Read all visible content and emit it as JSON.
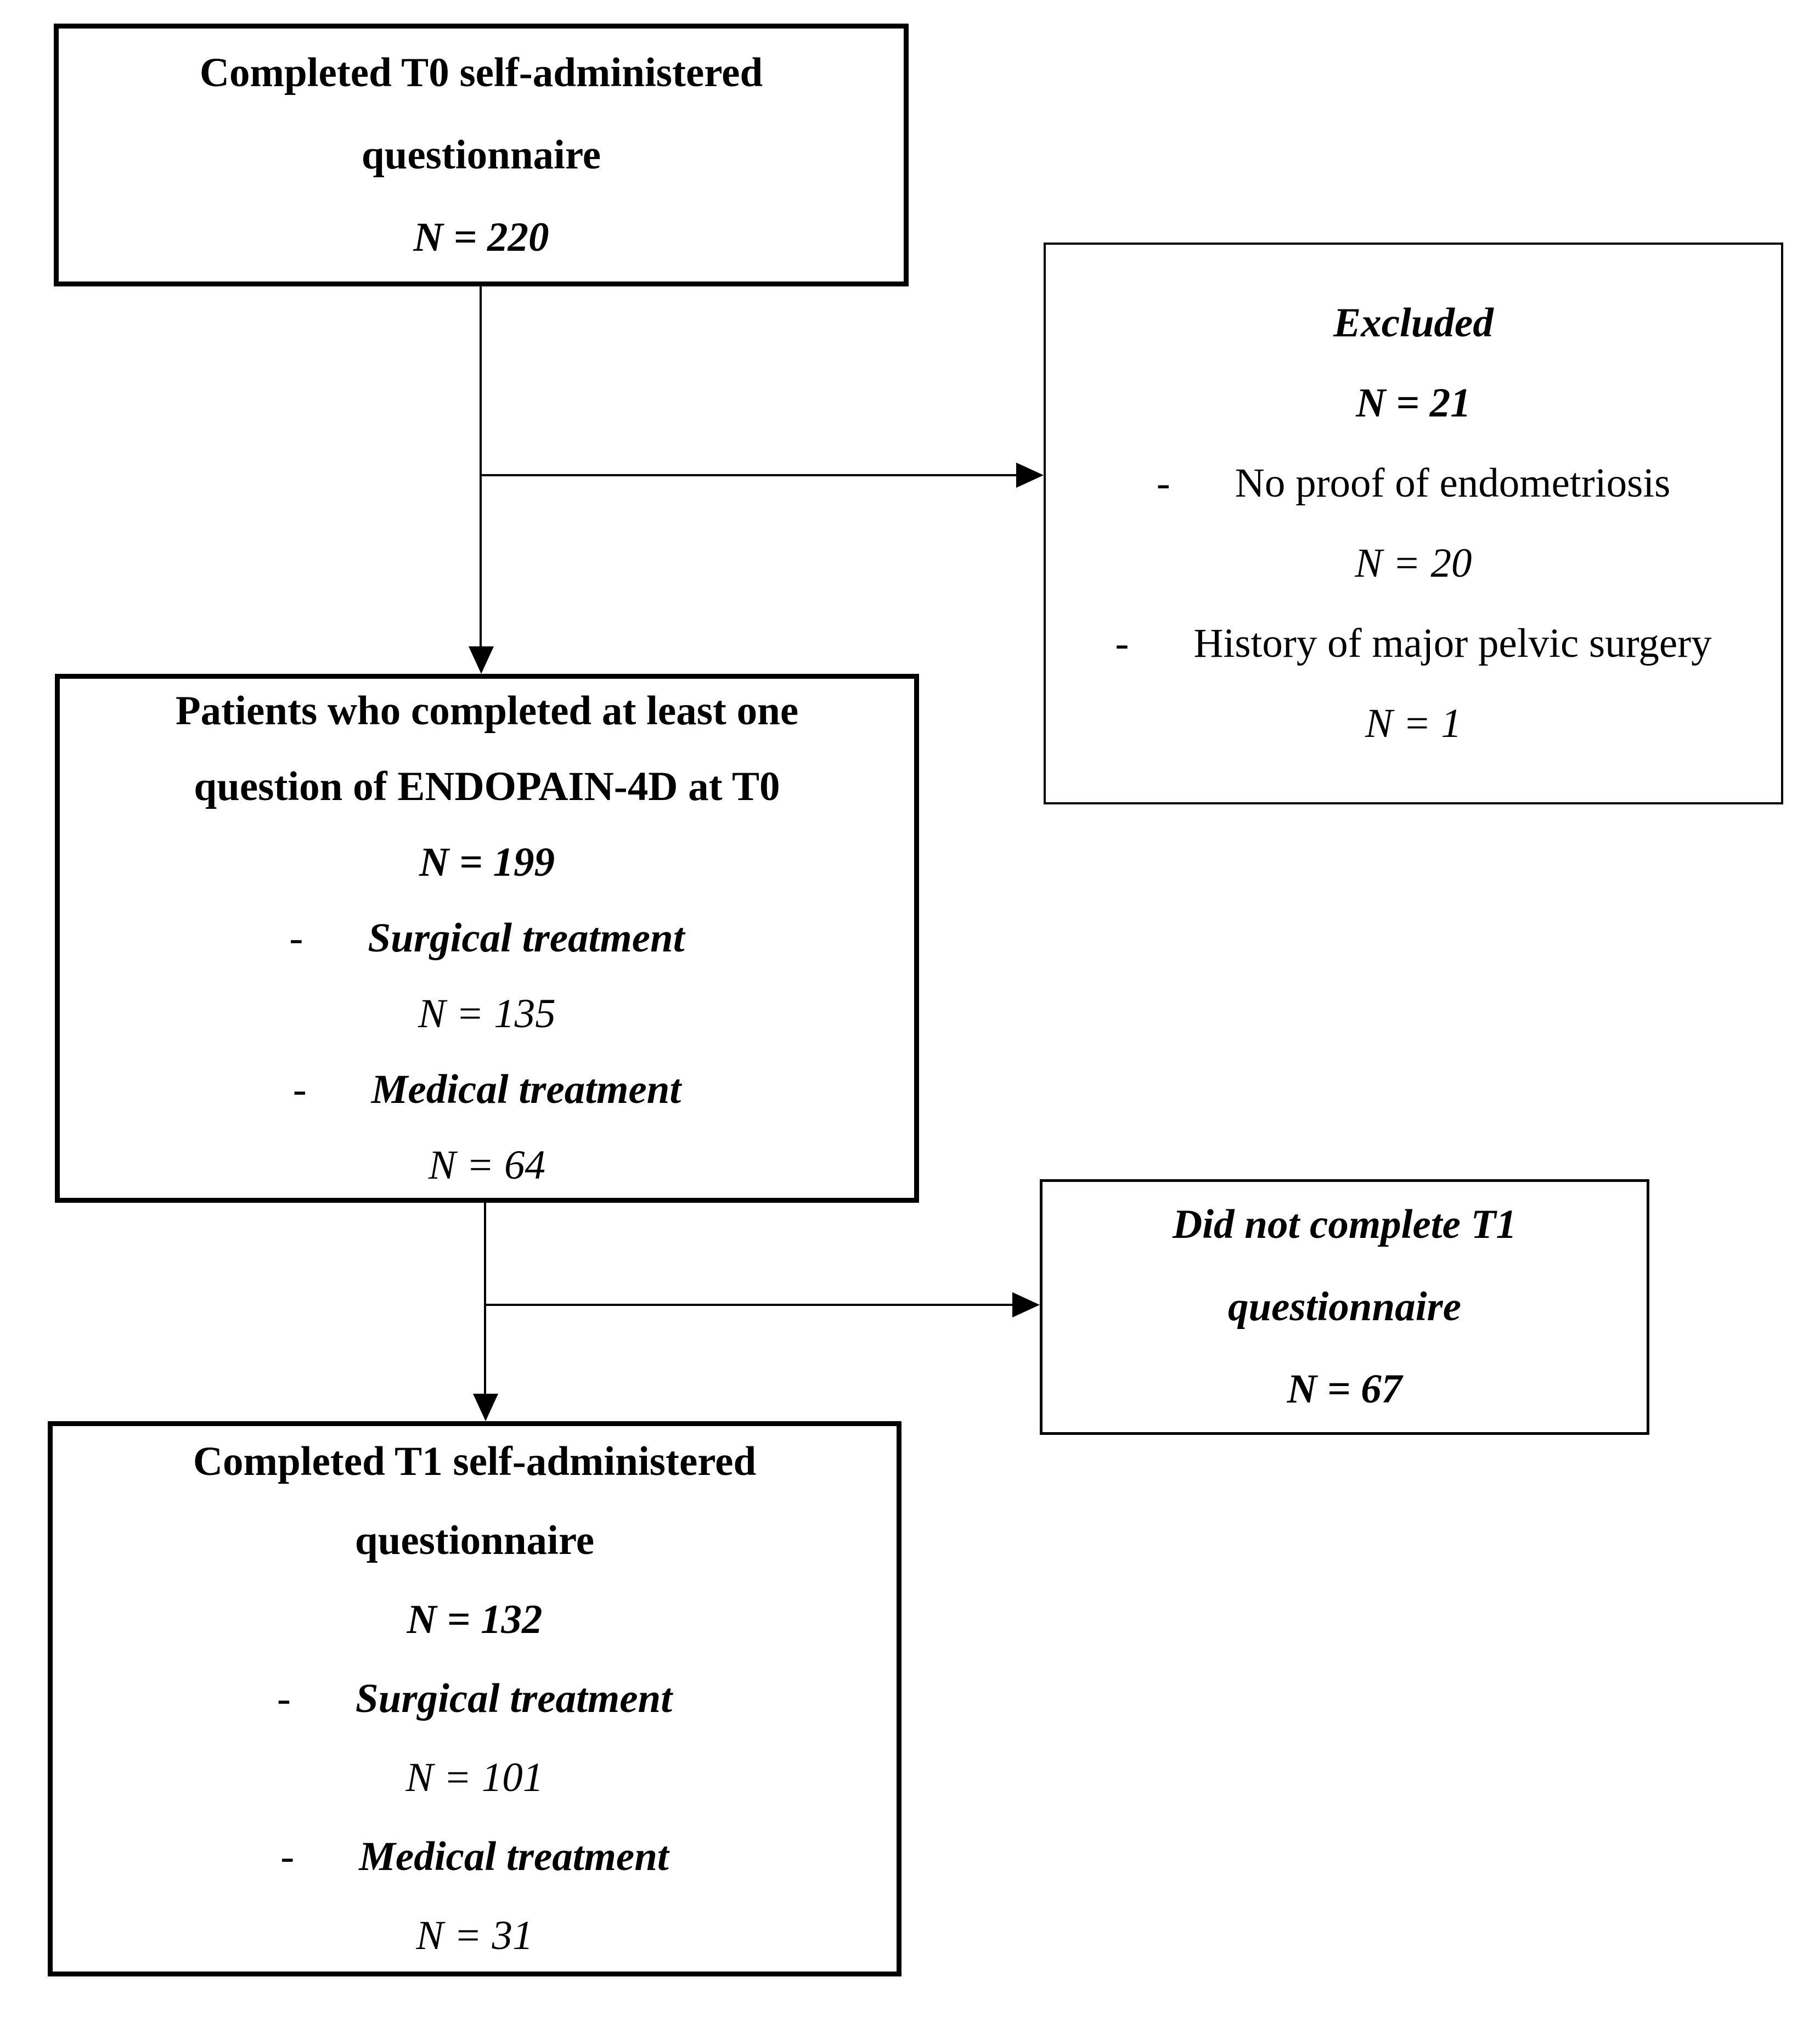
{
  "bullet": "-",
  "boxes": {
    "t0": {
      "title": "Completed T0 self-administered questionnaire",
      "n": "N = 220"
    },
    "excluded": {
      "title": "Excluded",
      "n": "N = 21",
      "items": [
        {
          "label": "No proof of endometriosis",
          "n": "N = 20"
        },
        {
          "label": "History of major pelvic surgery",
          "n": "N = 1"
        }
      ]
    },
    "endopain_t0": {
      "title": "Patients who completed at least one question of ENDOPAIN-4D at T0",
      "n": "N = 199",
      "items": [
        {
          "label": "Surgical treatment",
          "n": "N = 135"
        },
        {
          "label": "Medical treatment",
          "n": "N = 64"
        }
      ]
    },
    "not_completed_t1": {
      "title": "Did not complete T1 questionnaire",
      "n": "N = 67"
    },
    "t1": {
      "title": "Completed T1 self-administered questionnaire",
      "n": "N = 132",
      "items": [
        {
          "label": "Surgical treatment",
          "n": "N = 101"
        },
        {
          "label": "Medical treatment",
          "n": "N = 31"
        }
      ]
    }
  },
  "colors": {
    "line": "#000000",
    "text": "#000000",
    "background": "#ffffff"
  }
}
